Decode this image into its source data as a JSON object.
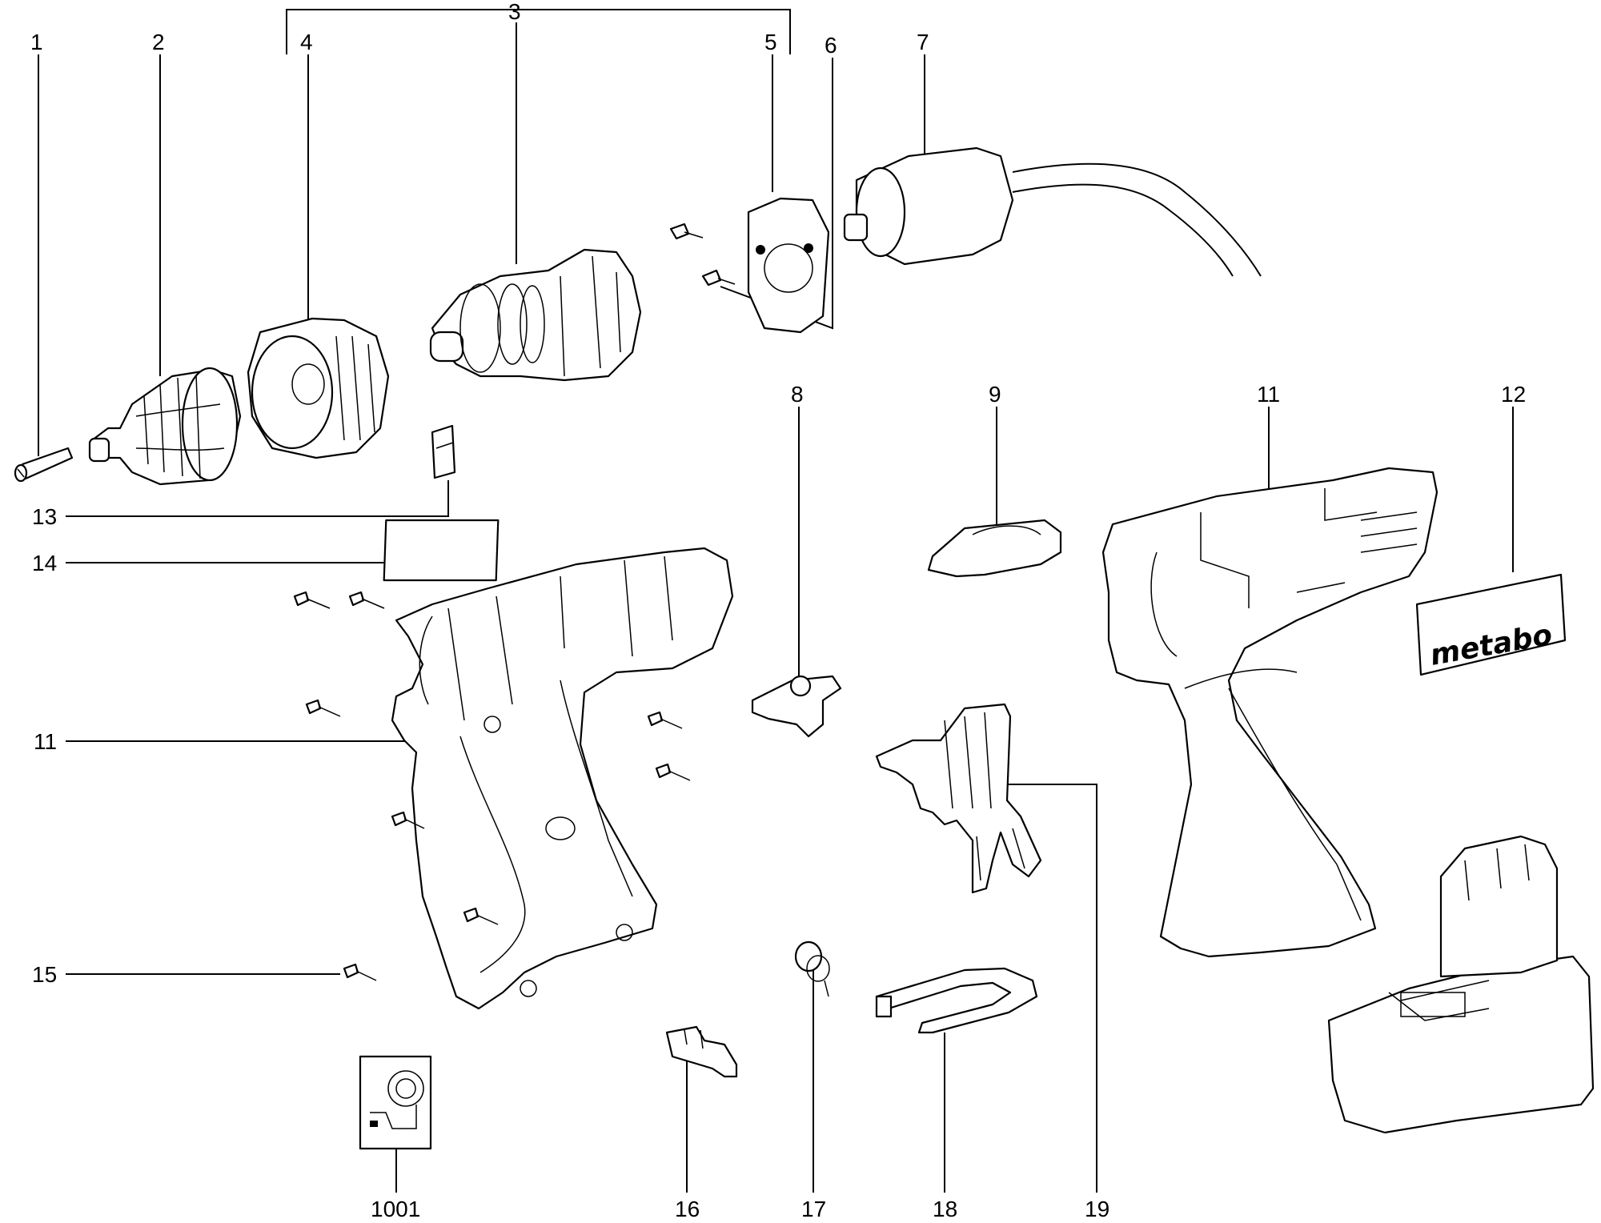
{
  "brand_label": "metabo",
  "callouts": [
    {
      "id": "1",
      "label": "1"
    },
    {
      "id": "2",
      "label": "2"
    },
    {
      "id": "3",
      "label": "3"
    },
    {
      "id": "4",
      "label": "4"
    },
    {
      "id": "5",
      "label": "5"
    },
    {
      "id": "6",
      "label": "6"
    },
    {
      "id": "7",
      "label": "7"
    },
    {
      "id": "8",
      "label": "8"
    },
    {
      "id": "9",
      "label": "9"
    },
    {
      "id": "11a",
      "label": "11"
    },
    {
      "id": "12",
      "label": "12"
    },
    {
      "id": "13",
      "label": "13"
    },
    {
      "id": "14",
      "label": "14"
    },
    {
      "id": "11b",
      "label": "11"
    },
    {
      "id": "15",
      "label": "15"
    },
    {
      "id": "1001",
      "label": "1001"
    },
    {
      "id": "16",
      "label": "16"
    },
    {
      "id": "17",
      "label": "17"
    },
    {
      "id": "18",
      "label": "18"
    },
    {
      "id": "19",
      "label": "19"
    }
  ]
}
